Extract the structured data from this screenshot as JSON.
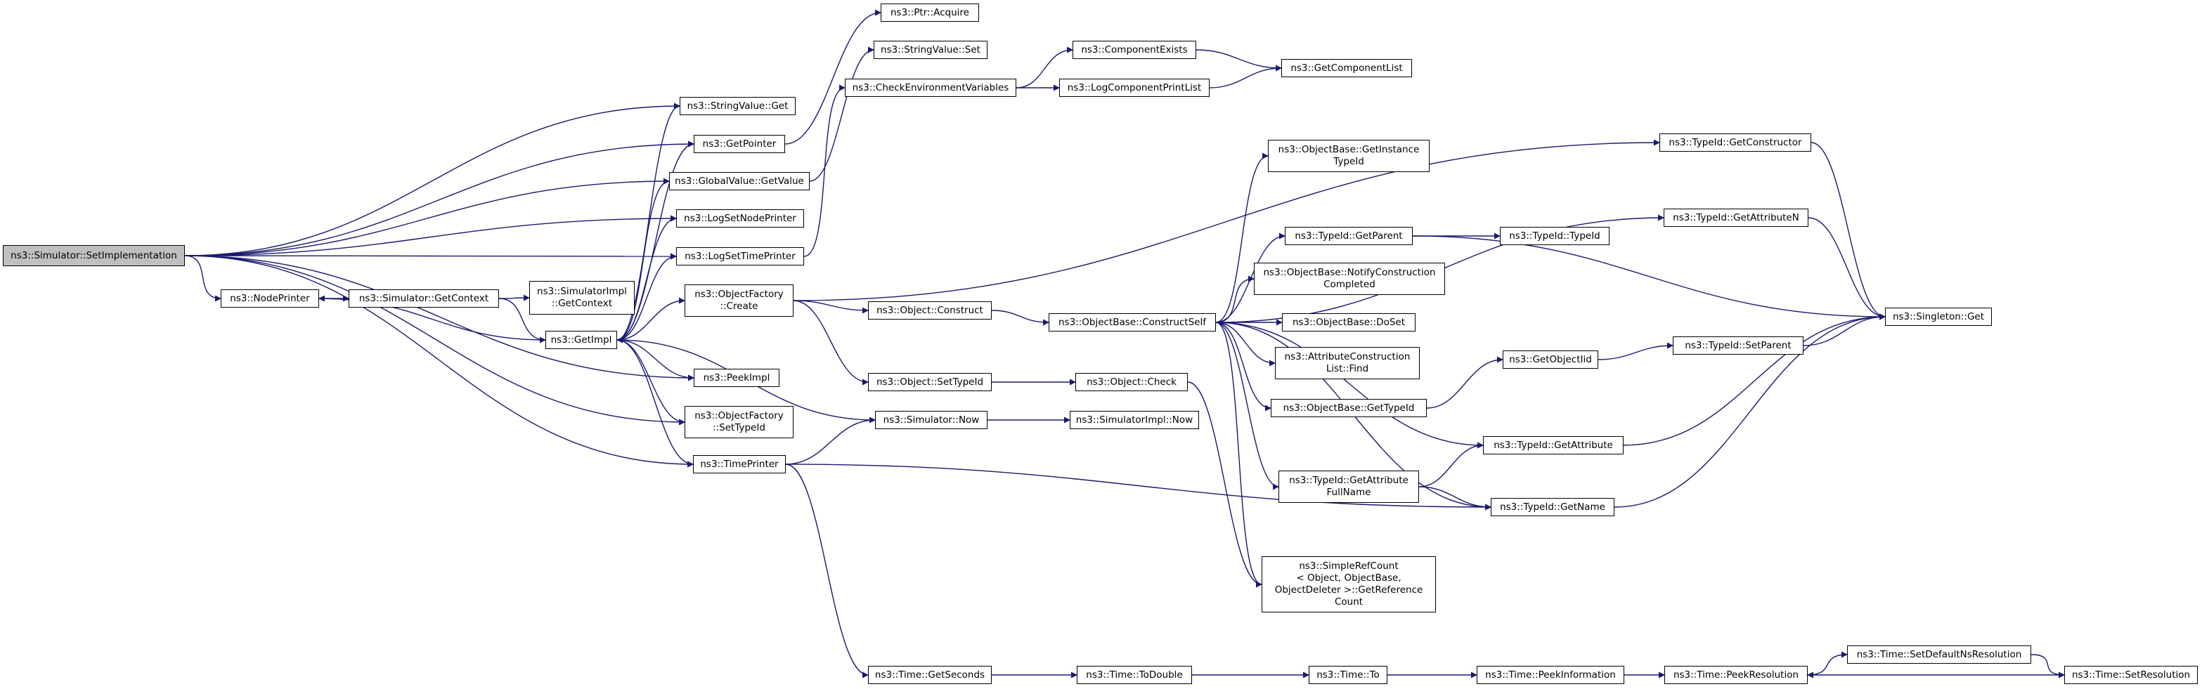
{
  "graph": {
    "title": "",
    "colors": {
      "edge": "#191970",
      "root_fill": "#bfbfbf",
      "node_fill": "#ffffff",
      "border": "#000000"
    },
    "nodes": [
      {
        "id": "n_root",
        "label": "ns3::Simulator::SetImplementation",
        "root": true
      },
      {
        "id": "n_stringvalue_get",
        "label": "ns3::StringValue::Get"
      },
      {
        "id": "n_getpointer",
        "label": "ns3::GetPointer"
      },
      {
        "id": "n_globalvalue_getvalue",
        "label": "ns3::GlobalValue::GetValue"
      },
      {
        "id": "n_logsetnodeprinter",
        "label": "ns3::LogSetNodePrinter"
      },
      {
        "id": "n_logsettimeprinter",
        "label": "ns3::LogSetTimePrinter"
      },
      {
        "id": "n_nodeprinter",
        "label": "ns3::NodePrinter"
      },
      {
        "id": "n_sim_getcontext",
        "label": "ns3::Simulator::GetContext"
      },
      {
        "id": "n_simimpl_getcontext",
        "label": "ns3::SimulatorImpl\n::GetContext"
      },
      {
        "id": "n_getimpl",
        "label": "ns3::GetImpl"
      },
      {
        "id": "n_peekimpl",
        "label": "ns3::PeekImpl"
      },
      {
        "id": "n_objfactory_settypeid",
        "label": "ns3::ObjectFactory\n::SetTypeId"
      },
      {
        "id": "n_timeprinter",
        "label": "ns3::TimePrinter"
      },
      {
        "id": "n_objfactory_create",
        "label": "ns3::ObjectFactory\n::Create"
      },
      {
        "id": "n_ptr_acquire",
        "label": "ns3::Ptr::Acquire"
      },
      {
        "id": "n_stringvalue_set",
        "label": "ns3::StringValue::Set"
      },
      {
        "id": "n_checkenv",
        "label": "ns3::CheckEnvironmentVariables"
      },
      {
        "id": "n_componentexists",
        "label": "ns3::ComponentExists"
      },
      {
        "id": "n_logcomponentprintlist",
        "label": "ns3::LogComponentPrintList"
      },
      {
        "id": "n_getcomponentlist",
        "label": "ns3::GetComponentList"
      },
      {
        "id": "n_typeid_getconstructor",
        "label": "ns3::TypeId::GetConstructor"
      },
      {
        "id": "n_objbase_getinstancetypeid",
        "label": "ns3::ObjectBase::GetInstance\nTypeId"
      },
      {
        "id": "n_typeid_getattributen",
        "label": "ns3::TypeId::GetAttributeN"
      },
      {
        "id": "n_typeid_getparent",
        "label": "ns3::TypeId::GetParent"
      },
      {
        "id": "n_typeid_typeid",
        "label": "ns3::TypeId::TypeId"
      },
      {
        "id": "n_objbase_notify",
        "label": "ns3::ObjectBase::NotifyConstruction\nCompleted"
      },
      {
        "id": "n_object_construct",
        "label": "ns3::Object::Construct"
      },
      {
        "id": "n_objbase_constructself",
        "label": "ns3::ObjectBase::ConstructSelf"
      },
      {
        "id": "n_objbase_doset",
        "label": "ns3::ObjectBase::DoSet"
      },
      {
        "id": "n_singleton_get",
        "label": "ns3::Singleton::Get"
      },
      {
        "id": "n_attrconstruction_find",
        "label": "ns3::AttributeConstruction\nList::Find"
      },
      {
        "id": "n_getobjectiid",
        "label": "ns3::GetObjectIid"
      },
      {
        "id": "n_typeid_setparent",
        "label": "ns3::TypeId::SetParent"
      },
      {
        "id": "n_object_settypeid",
        "label": "ns3::Object::SetTypeId"
      },
      {
        "id": "n_object_check",
        "label": "ns3::Object::Check"
      },
      {
        "id": "n_objbase_gettypeid",
        "label": "ns3::ObjectBase::GetTypeId"
      },
      {
        "id": "n_simulator_now",
        "label": "ns3::Simulator::Now"
      },
      {
        "id": "n_simimpl_now",
        "label": "ns3::SimulatorImpl::Now"
      },
      {
        "id": "n_typeid_getattribute",
        "label": "ns3::TypeId::GetAttribute"
      },
      {
        "id": "n_typeid_getattributefullname",
        "label": "ns3::TypeId::GetAttribute\nFullName"
      },
      {
        "id": "n_typeid_getname",
        "label": "ns3::TypeId::GetName"
      },
      {
        "id": "n_simplerefcount",
        "label": "ns3::SimpleRefCount\n< Object, ObjectBase,\n ObjectDeleter >::GetReference\nCount"
      },
      {
        "id": "n_time_getseconds",
        "label": "ns3::Time::GetSeconds"
      },
      {
        "id": "n_time_todouble",
        "label": "ns3::Time::ToDouble"
      },
      {
        "id": "n_time_to",
        "label": "ns3::Time::To"
      },
      {
        "id": "n_time_peekinformation",
        "label": "ns3::Time::PeekInformation"
      },
      {
        "id": "n_time_peekresolution",
        "label": "ns3::Time::PeekResolution"
      },
      {
        "id": "n_time_setdefaultnsresolution",
        "label": "ns3::Time::SetDefaultNsResolution"
      },
      {
        "id": "n_time_setresolution",
        "label": "ns3::Time::SetResolution"
      }
    ],
    "edges": [
      [
        "n_root",
        "n_stringvalue_get"
      ],
      [
        "n_root",
        "n_getpointer"
      ],
      [
        "n_root",
        "n_globalvalue_getvalue"
      ],
      [
        "n_root",
        "n_logsetnodeprinter"
      ],
      [
        "n_root",
        "n_logsettimeprinter"
      ],
      [
        "n_root",
        "n_nodeprinter"
      ],
      [
        "n_root",
        "n_peekimpl"
      ],
      [
        "n_root",
        "n_objfactory_settypeid"
      ],
      [
        "n_root",
        "n_timeprinter"
      ],
      [
        "n_nodeprinter",
        "n_sim_getcontext"
      ],
      [
        "n_sim_getcontext",
        "n_simimpl_getcontext"
      ],
      [
        "n_sim_getcontext",
        "n_getimpl"
      ],
      [
        "n_getimpl",
        "n_nodeprinter"
      ],
      [
        "n_getimpl",
        "n_stringvalue_get"
      ],
      [
        "n_getimpl",
        "n_getpointer"
      ],
      [
        "n_getimpl",
        "n_globalvalue_getvalue"
      ],
      [
        "n_getimpl",
        "n_logsetnodeprinter"
      ],
      [
        "n_getimpl",
        "n_logsettimeprinter"
      ],
      [
        "n_getimpl",
        "n_objfactory_create"
      ],
      [
        "n_getimpl",
        "n_peekimpl"
      ],
      [
        "n_getimpl",
        "n_objfactory_settypeid"
      ],
      [
        "n_getimpl",
        "n_timeprinter"
      ],
      [
        "n_simulator_now",
        "n_getimpl"
      ],
      [
        "n_getpointer",
        "n_ptr_acquire"
      ],
      [
        "n_globalvalue_getvalue",
        "n_stringvalue_set"
      ],
      [
        "n_logsettimeprinter",
        "n_checkenv"
      ],
      [
        "n_checkenv",
        "n_componentexists"
      ],
      [
        "n_checkenv",
        "n_logcomponentprintlist"
      ],
      [
        "n_componentexists",
        "n_getcomponentlist"
      ],
      [
        "n_logcomponentprintlist",
        "n_getcomponentlist"
      ],
      [
        "n_objfactory_create",
        "n_typeid_getconstructor"
      ],
      [
        "n_objfactory_create",
        "n_object_construct"
      ],
      [
        "n_objfactory_create",
        "n_object_settypeid"
      ],
      [
        "n_object_construct",
        "n_objbase_constructself"
      ],
      [
        "n_objbase_constructself",
        "n_objbase_getinstancetypeid"
      ],
      [
        "n_objbase_constructself",
        "n_typeid_getattributen"
      ],
      [
        "n_objbase_constructself",
        "n_typeid_getparent"
      ],
      [
        "n_objbase_constructself",
        "n_objbase_notify"
      ],
      [
        "n_objbase_constructself",
        "n_objbase_doset"
      ],
      [
        "n_objbase_constructself",
        "n_attrconstruction_find"
      ],
      [
        "n_objbase_constructself",
        "n_objbase_gettypeid"
      ],
      [
        "n_objbase_constructself",
        "n_typeid_getattribute"
      ],
      [
        "n_objbase_constructself",
        "n_typeid_getattributefullname"
      ],
      [
        "n_objbase_constructself",
        "n_typeid_getname"
      ],
      [
        "n_objbase_constructself",
        "n_simplerefcount"
      ],
      [
        "n_typeid_getparent",
        "n_typeid_typeid"
      ],
      [
        "n_typeid_getparent",
        "n_singleton_get"
      ],
      [
        "n_typeid_getconstructor",
        "n_singleton_get"
      ],
      [
        "n_typeid_getattributen",
        "n_singleton_get"
      ],
      [
        "n_objbase_gettypeid",
        "n_getobjectiid"
      ],
      [
        "n_getobjectiid",
        "n_typeid_setparent"
      ],
      [
        "n_typeid_setparent",
        "n_singleton_get"
      ],
      [
        "n_typeid_getattribute",
        "n_singleton_get"
      ],
      [
        "n_typeid_getattributefullname",
        "n_typeid_getattribute"
      ],
      [
        "n_typeid_getattributefullname",
        "n_typeid_getname"
      ],
      [
        "n_typeid_getname",
        "n_singleton_get"
      ],
      [
        "n_object_settypeid",
        "n_object_check"
      ],
      [
        "n_object_check",
        "n_simplerefcount"
      ],
      [
        "n_timeprinter",
        "n_simulator_now"
      ],
      [
        "n_timeprinter",
        "n_typeid_getname"
      ],
      [
        "n_timeprinter",
        "n_time_getseconds"
      ],
      [
        "n_simulator_now",
        "n_simimpl_now"
      ],
      [
        "n_time_getseconds",
        "n_time_todouble"
      ],
      [
        "n_time_todouble",
        "n_time_to"
      ],
      [
        "n_time_to",
        "n_time_peekinformation"
      ],
      [
        "n_time_peekinformation",
        "n_time_peekresolution"
      ],
      [
        "n_time_peekresolution",
        "n_time_setdefaultnsresolution"
      ],
      [
        "n_time_setdefaultnsresolution",
        "n_time_setresolution"
      ],
      [
        "n_time_setresolution",
        "n_time_peekresolution"
      ]
    ]
  }
}
